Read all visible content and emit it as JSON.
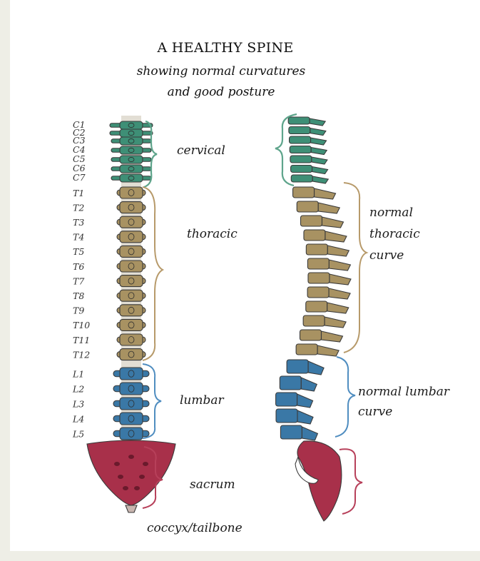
{
  "title": "A HEALTHY SPINE",
  "subtitle_line1": "showing normal curvatures",
  "subtitle_line2": "and good posture",
  "vertebra_labels": [
    "C1",
    "C2",
    "C3",
    "C4",
    "C5",
    "C6",
    "C7",
    "T1",
    "T2",
    "T3",
    "T4",
    "T5",
    "T6",
    "T7",
    "T8",
    "T9",
    "T10",
    "T11",
    "T12",
    "L1",
    "L2",
    "L3",
    "L4",
    "L5"
  ],
  "regions": {
    "cervical": "cervical",
    "thoracic": "thoracic",
    "lumbar": "lumbar",
    "sacrum": "sacrum",
    "coccyx": "coccyx/tailbone"
  },
  "side_labels": {
    "thoracic_line1": "normal",
    "thoracic_line2": "thoracic",
    "thoracic_line3": "curve",
    "lumbar_line1": "normal lumbar",
    "lumbar_line2": "curve"
  },
  "colors": {
    "cervical": "#3e8f76",
    "thoracic": "#a89262",
    "lumbar": "#3a78a6",
    "sacrum": "#a8304a",
    "cervical_bracket": "#5fa58c",
    "thoracic_bracket": "#b79a6a",
    "lumbar_bracket": "#4f8dc0",
    "sacrum_bracket": "#b7405a"
  }
}
